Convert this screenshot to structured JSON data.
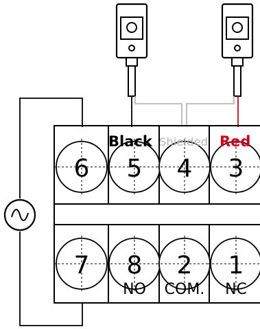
{
  "wire_labels": {
    "black": "Black",
    "shielded": "Shielded",
    "red": "Red"
  },
  "top_terminals": [
    "6",
    "5",
    "4",
    "3"
  ],
  "bottom_terminals": [
    "7",
    "8",
    "2",
    "1"
  ],
  "contact_labels": {
    "no": "NO",
    "com": "COM.",
    "nc": "NC"
  },
  "icons": {
    "ac_source": "ac-source-icon",
    "sensor": "sensor-icon"
  },
  "colors": {
    "black_wire": "#000000",
    "shielded_wire": "#b8b8b8",
    "red_wire": "#d6001c",
    "red_label": "#d6001c",
    "shielded_label": "#b8b8b8"
  }
}
